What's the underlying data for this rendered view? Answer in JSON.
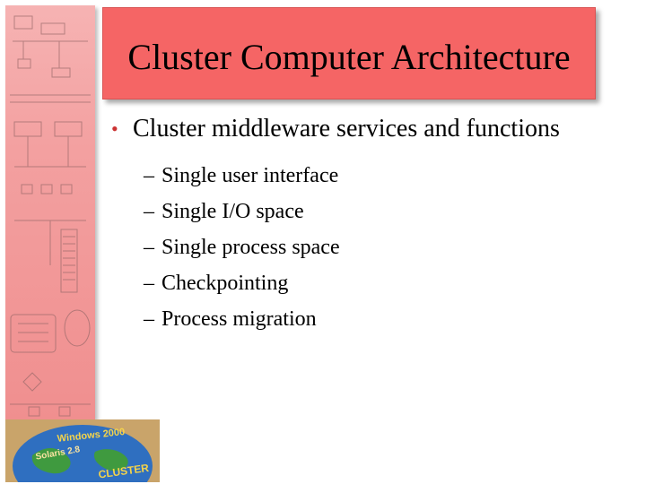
{
  "slide": {
    "title": "Cluster Computer Architecture",
    "bullet": "Cluster middleware services and functions",
    "sub_bullets": [
      "Single user interface",
      "Single I/O space",
      "Single process space",
      "Checkpointing",
      "Process migration"
    ],
    "bullet_marker": "•",
    "sub_marker": "–"
  },
  "logo": {
    "line1": "Windows 2000",
    "line2": "Solaris 2.8",
    "line3": "CLUSTER"
  },
  "colors": {
    "title_bar": "#f56565",
    "side_strip": "#f3a0a0",
    "bullet_dot": "#cc3333"
  }
}
